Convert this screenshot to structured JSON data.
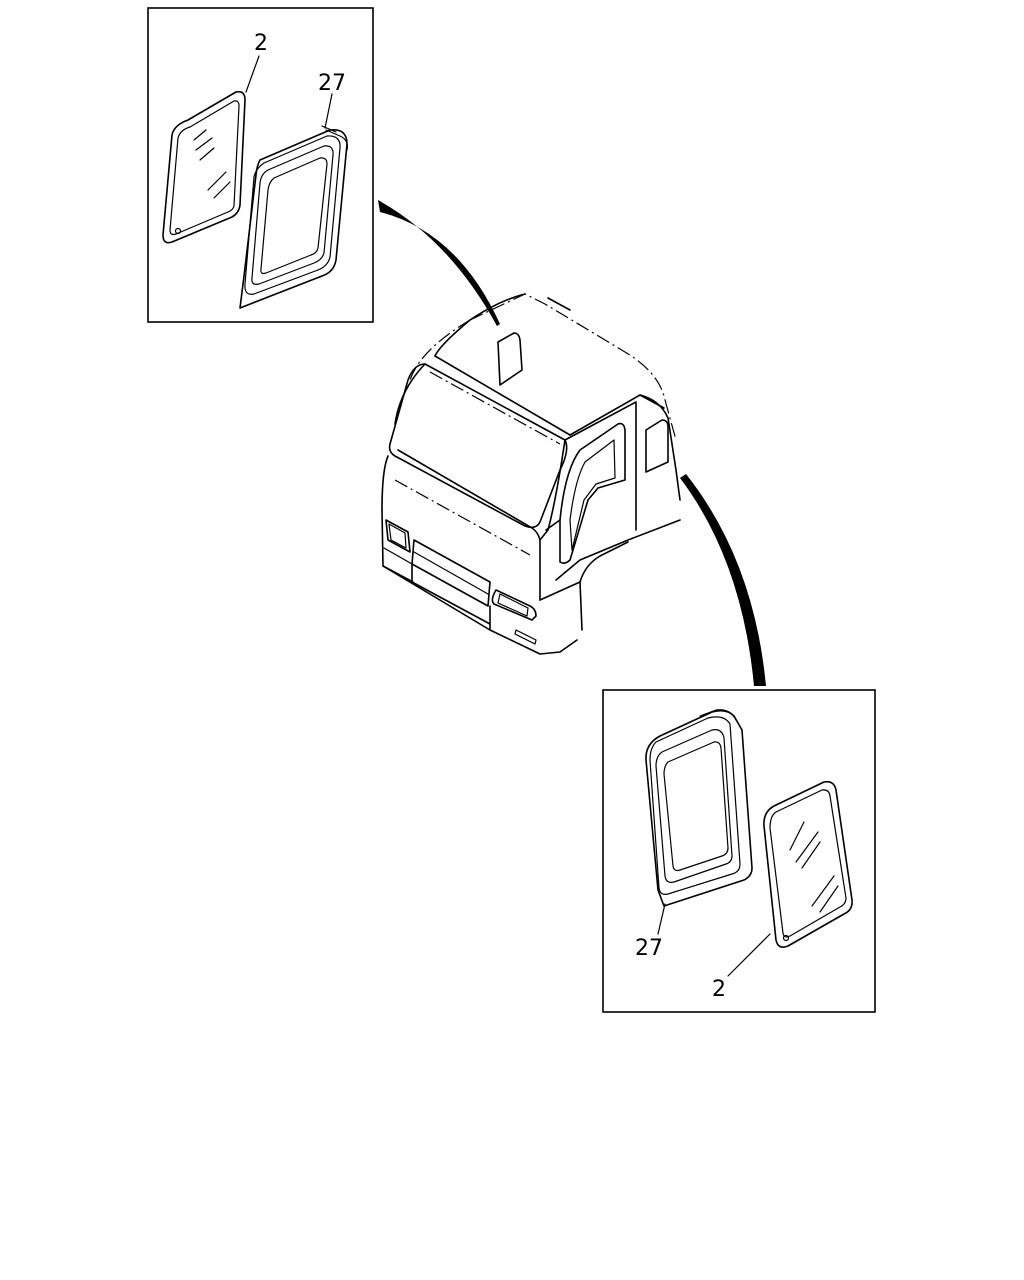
{
  "callouts": {
    "top_glass": "2",
    "top_seal": "27",
    "bottom_seal": "27",
    "bottom_glass": "2"
  },
  "colors": {
    "line": "#000000",
    "background": "#ffffff"
  }
}
